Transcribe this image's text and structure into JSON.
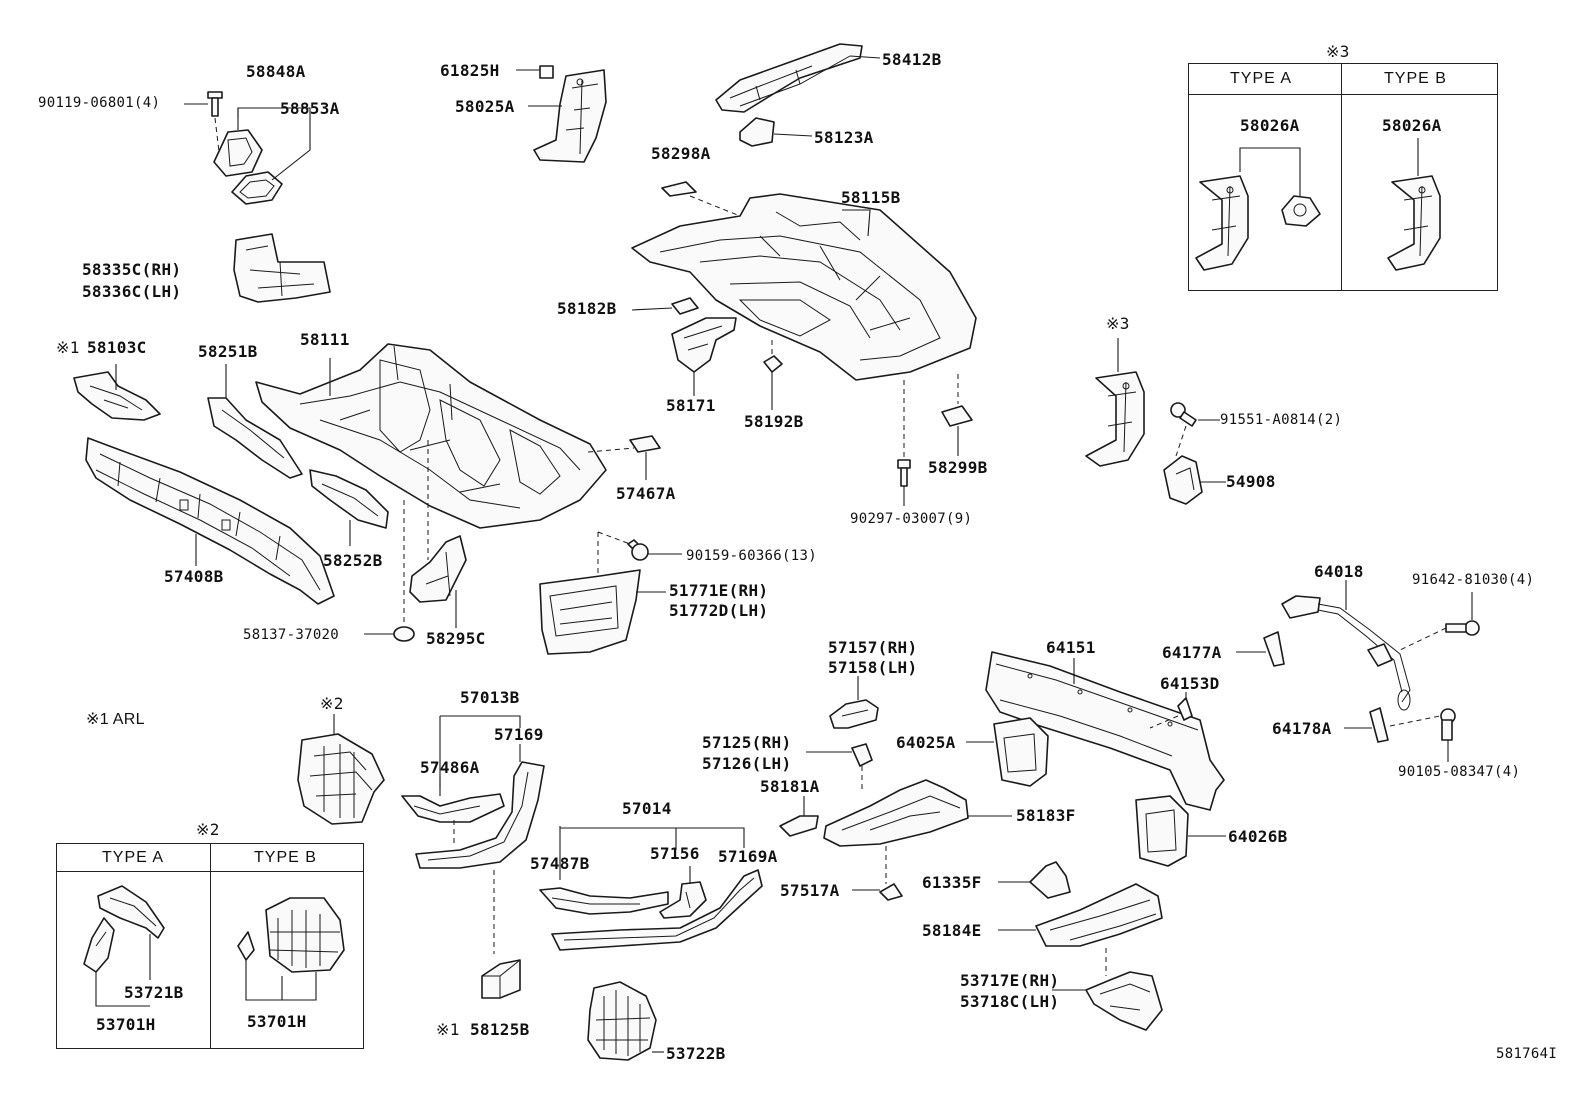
{
  "labels": {
    "l58848A": "58848A",
    "l90119": "90119-06801(4)",
    "l58853A": "58853A",
    "l61825H": "61825H",
    "l58025A": "58025A",
    "l58412B": "58412B",
    "l58123A": "58123A",
    "l58298A": "58298A",
    "l58115B": "58115B",
    "l58335C": "58335C(RH)",
    "l58336C": "58336C(LH)",
    "l58182B": "58182B",
    "l58171": "58171",
    "l58192B": "58192B",
    "l58299B": "58299B",
    "l90297": "90297-03007(9)",
    "l58103C": "58103C",
    "l58251B": "58251B",
    "l58111": "58111",
    "l57467A": "57467A",
    "l58252B": "58252B",
    "l57408B": "57408B",
    "l90159": "90159-60366(13)",
    "l51771E": "51771E(RH)",
    "l51772D": "51772D(LH)",
    "l58137": "58137-37020",
    "l58295C": "58295C",
    "l91551": "91551-A0814(2)",
    "l54908": "54908",
    "l64018": "64018",
    "l91642": "91642-81030(4)",
    "l64151": "64151",
    "l64177A": "64177A",
    "l64153D": "64153D",
    "l64178A": "64178A",
    "l90105": "90105-08347(4)",
    "l57157": "57157(RH)",
    "l57158": "57158(LH)",
    "l64025A": "64025A",
    "l57125": "57125(RH)",
    "l57126": "57126(LH)",
    "l58181A": "58181A",
    "l58183F": "58183F",
    "l64026B": "64026B",
    "l57013B": "57013B",
    "l57169": "57169",
    "l57486A": "57486A",
    "l57014": "57014",
    "l57487B": "57487B",
    "l57156": "57156",
    "l57169A": "57169A",
    "l57517A": "57517A",
    "l61335F": "61335F",
    "l58184E": "58184E",
    "l53717E": "53717E(RH)",
    "l53718C": "53718C(LH)",
    "l58125B": "58125B",
    "l53722B": "53722B",
    "l53721B": "53721B",
    "l53701H_a": "53701H",
    "l53701H_b": "53701H"
  },
  "markers": {
    "note1_legend": "※1 ARL",
    "m1_58103C": "※1",
    "m1_58125B": "※1",
    "m2_part": "※2",
    "m2_table": "※2",
    "m3_table": "※3",
    "m3_part": "※3"
  },
  "tables": {
    "type3": {
      "col_a": "TYPE A",
      "col_b": "TYPE B",
      "part_a": "58026A",
      "part_b": "58026A"
    },
    "type2": {
      "col_a": "TYPE A",
      "col_b": "TYPE B"
    }
  },
  "diagram_id": "581764I"
}
